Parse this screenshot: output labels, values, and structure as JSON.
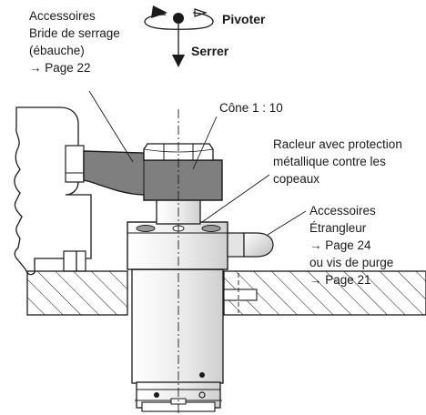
{
  "labels": {
    "accessories_clamp": [
      "Accessoires",
      "Bride de serrage",
      "(ébauche)",
      "→ Page 22"
    ],
    "pivot": "Pivoter",
    "clamp": "Serrer",
    "cone": "Cône 1 : 10",
    "wiper": [
      "Racleur avec protection",
      "métallique contre les",
      "copeaux"
    ],
    "accessories_throttle": [
      "Accessoires",
      "Étrangleur",
      "→ Page 24",
      "ou vis de purge",
      "→ Page 21"
    ]
  },
  "colors": {
    "line": "#1a1a1a",
    "part_fill": "#7f7f7f",
    "body_fill": "#f2f2f2",
    "hatch": "#1a1a1a"
  }
}
